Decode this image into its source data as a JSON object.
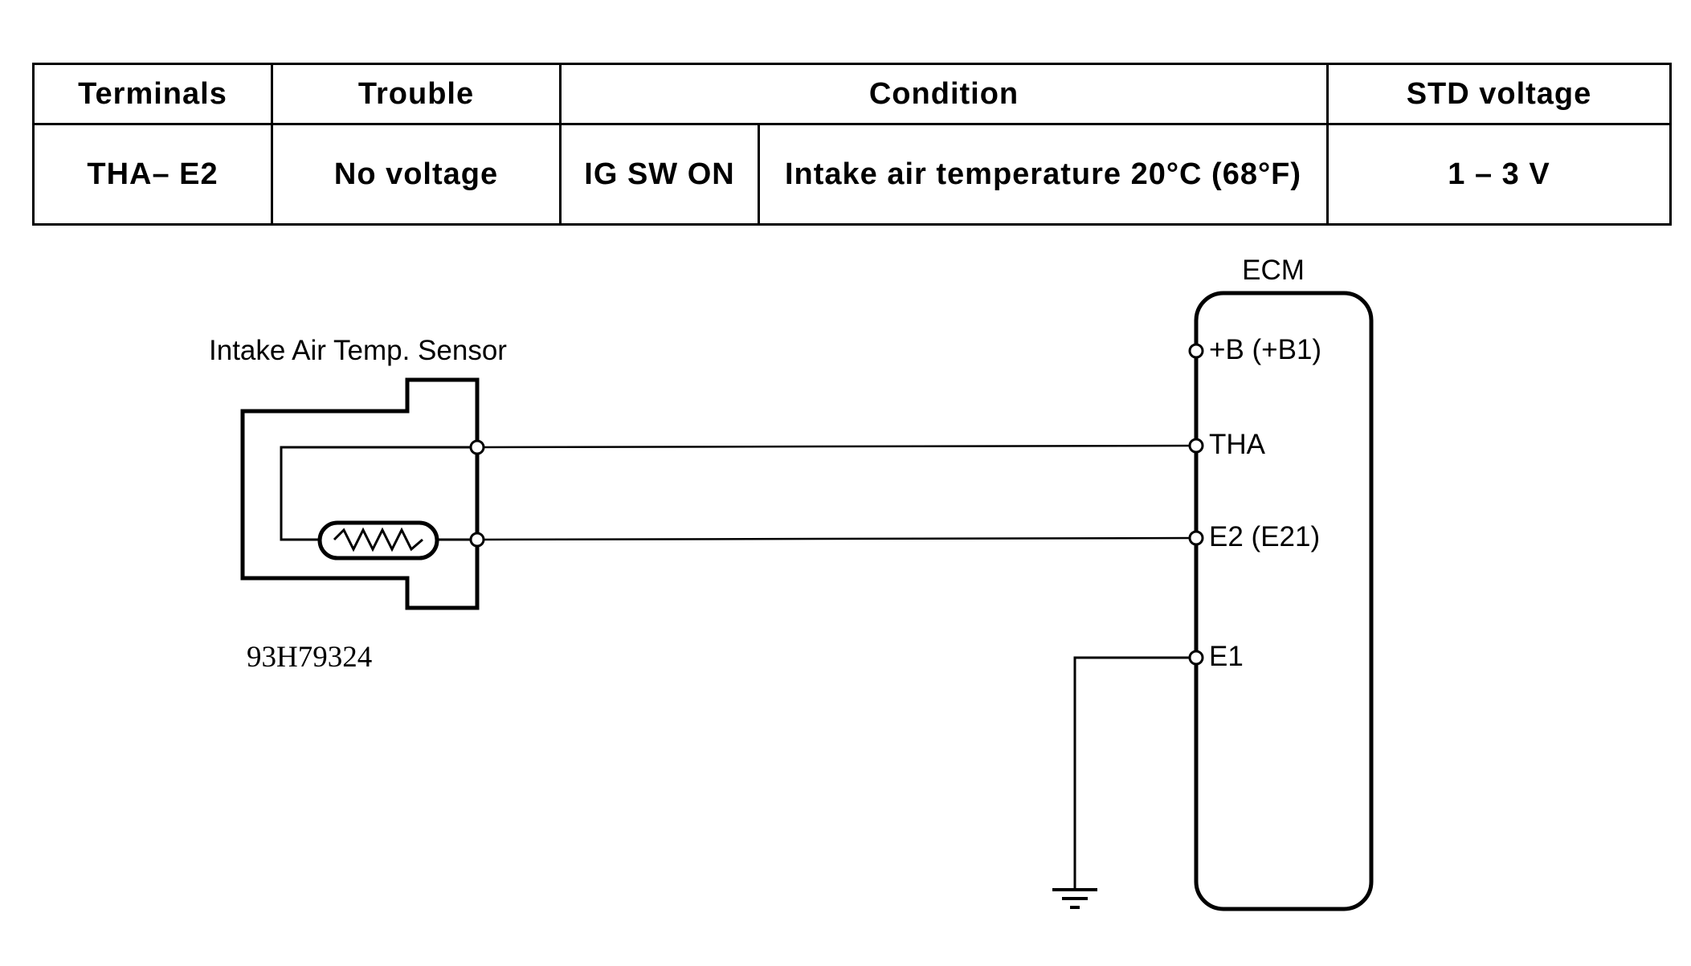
{
  "table": {
    "headers": {
      "terminals": "Terminals",
      "trouble": "Trouble",
      "condition": "Condition",
      "std_voltage": "STD voltage"
    },
    "row": {
      "terminals": "THA– E2",
      "trouble": "No voltage",
      "condition_switch": "IG SW ON",
      "condition_detail": "Intake air temperature 20°C (68°F)",
      "std_voltage": "1 – 3 V"
    }
  },
  "diagram": {
    "sensor_label": "Intake Air Temp. Sensor",
    "ecm_label": "ECM",
    "terminals": {
      "b": "+B (+B1)",
      "tha": "THA",
      "e2": "E2 (E21)",
      "e1": "E1"
    },
    "figure_code": "93H79324"
  }
}
